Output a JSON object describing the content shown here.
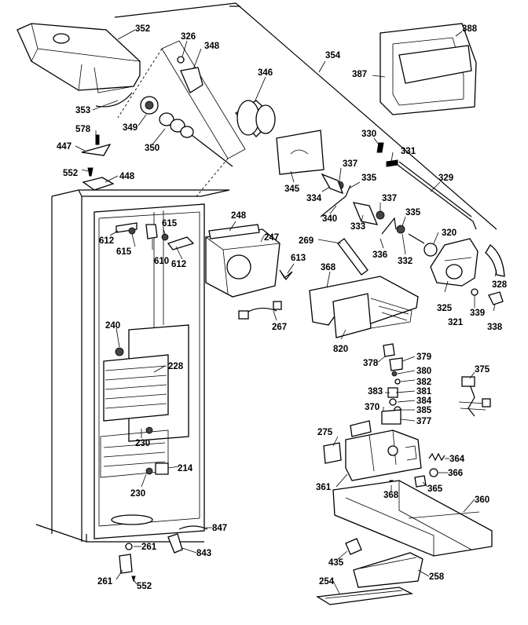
{
  "diagram": {
    "labels": {
      "352": "352",
      "326": "326",
      "348": "348",
      "346": "346",
      "354": "354",
      "388": "388",
      "387": "387",
      "353": "353",
      "349": "349",
      "578": "578",
      "350": "350",
      "447": "447",
      "552a": "552",
      "448": "448",
      "330": "330",
      "331": "331",
      "337a": "337",
      "345": "345",
      "334": "334",
      "335a": "335",
      "329": "329",
      "337b": "337",
      "340": "340",
      "333": "333",
      "335b": "335",
      "248": "248",
      "615a": "615",
      "247": "247",
      "612a": "612",
      "615b": "615",
      "610": "610",
      "612b": "612",
      "269": "269",
      "336": "336",
      "332": "332",
      "320": "320",
      "613": "613",
      "368a": "368",
      "328": "328",
      "325": "325",
      "321": "321",
      "339": "339",
      "338": "338",
      "240": "240",
      "267": "267",
      "820": "820",
      "228": "228",
      "378": "378",
      "379": "379",
      "380": "380",
      "382": "382",
      "381": "381",
      "383": "383",
      "375": "375",
      "384": "384",
      "385": "385",
      "370": "370",
      "377": "377",
      "230a": "230",
      "275": "275",
      "214": "214",
      "364": "364",
      "366": "366",
      "361": "361",
      "368b": "368",
      "365": "365",
      "230b": "230",
      "360": "360",
      "847": "847",
      "261a": "261",
      "843": "843",
      "435": "435",
      "261b": "261",
      "552b": "552",
      "258": "258",
      "254": "254"
    }
  }
}
